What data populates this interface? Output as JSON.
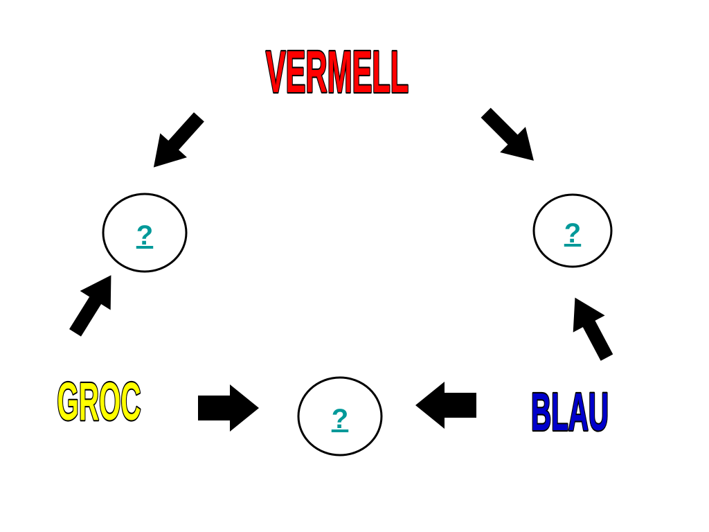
{
  "colors": {
    "red": "#ff0000",
    "yellow": "#ffff00",
    "blue": "#0000cc",
    "link": "#009999",
    "arrow": "#000000"
  },
  "words": {
    "top": "VERMELL",
    "left": "GROC",
    "right": "BLAU"
  },
  "nodes": {
    "top_left": "?",
    "top_right": "?",
    "bottom_center": "?"
  },
  "arrows": [
    {
      "name": "arrow-vermell-to-top-left-node",
      "from": "VERMELL",
      "to": "top_left"
    },
    {
      "name": "arrow-vermell-to-top-right-node",
      "from": "VERMELL",
      "to": "top_right"
    },
    {
      "name": "arrow-groc-to-top-left-node",
      "from": "GROC",
      "to": "top_left"
    },
    {
      "name": "arrow-blau-to-top-right-node",
      "from": "BLAU",
      "to": "top_right"
    },
    {
      "name": "arrow-groc-to-bottom-node",
      "from": "GROC",
      "to": "bottom_center"
    },
    {
      "name": "arrow-blau-to-bottom-node",
      "from": "BLAU",
      "to": "bottom_center"
    }
  ]
}
